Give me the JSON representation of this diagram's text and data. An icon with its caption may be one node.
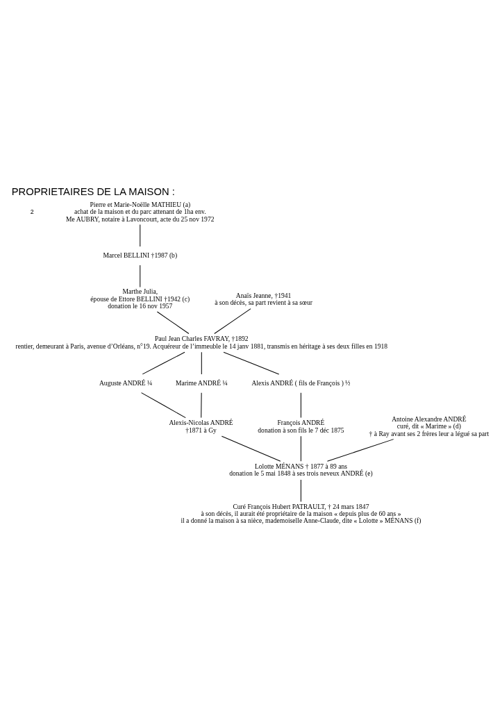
{
  "diagram": {
    "title": "PROPRIETAIRES DE LA MAISON :",
    "nodes": [
      {
        "text": [
          "Pierre et Marie-Noëlle MATHIEU (a)",
          "achat de la maison et du parc attenant de 1ha env.",
          "Me AUBRY, notaire à Lavoncourt, acte du 25 nov 1972"
        ]
      },
      {
        "text": [
          "Marcel BELLINI †1987 (b)"
        ]
      },
      {
        "text": [
          "Marthe Julia,",
          "épouse de Ettore BELLINI †1942 (c)",
          "donation le 16 nov 1957"
        ]
      },
      {
        "text": [
          "Anaïs Jeanne, †1941",
          "à son décès, sa part revient à sa sœur"
        ]
      },
      {
        "text": [
          "Paul Jean Charles FAVRAY, †1892",
          "rentier, demeurant à Paris, avenue d’Orléans, n°19. Acquéreur de l’immeuble le 14 janv 1881, transmis en héritage à ses deux filles en 1918"
        ]
      },
      {
        "text": [
          "Auguste ANDRÉ ¼"
        ]
      },
      {
        "text": [
          "Marime ANDRÉ ¼"
        ]
      },
      {
        "text": [
          "Alexis ANDRÉ ( fils de François ) ½"
        ]
      },
      {
        "text": [
          "Alexis-Nicolas ANDRÉ",
          "†1871 à Gy"
        ]
      },
      {
        "text": [
          "François ANDRÉ",
          "donation à son fils le 7 déc 1875"
        ]
      },
      {
        "text": [
          "Antoine Alexandre ANDRÉ",
          "curé, dit « Marime » (d)",
          "† à Ray avant ses 2 frères leur a légué sa part"
        ]
      },
      {
        "text": [
          "Lolotte MÉNANS † 1877 à 89 ans",
          "donation le 5 mai 1848 à ses trois neveux ANDRÉ (e)"
        ]
      },
      {
        "text": [
          "Curé François Hubert PATRAULT, † 24 mars 1847",
          "à son décès, il aurait été propriétaire de la maison « depuis plus de 60 ans »",
          "il a donné la maison à sa nièce, mademoiselle Anne-Claude, dite « Lolotte » MÉNANS (f)"
        ]
      }
    ],
    "edges": [
      {
        "from": 0,
        "to": 1,
        "arrow": "none"
      },
      {
        "from": 1,
        "to": 2,
        "arrow": "none"
      },
      {
        "from": 2,
        "to": 4,
        "arrow": "none"
      },
      {
        "from": 3,
        "to": 4,
        "arrow": "none"
      },
      {
        "from": 4,
        "to": 5,
        "arrow": "none"
      },
      {
        "from": 4,
        "to": 6,
        "arrow": "none"
      },
      {
        "from": 4,
        "to": 7,
        "arrow": "none"
      },
      {
        "from": 5,
        "to": 8,
        "arrow": "none"
      },
      {
        "from": 6,
        "to": 8,
        "arrow": "none"
      },
      {
        "from": 7,
        "to": 9,
        "arrow": "none"
      },
      {
        "from": 8,
        "to": 11,
        "arrow": "none"
      },
      {
        "from": 9,
        "to": 11,
        "arrow": "none"
      },
      {
        "from": 10,
        "to": 11,
        "arrow": "none"
      },
      {
        "from": 11,
        "to": 12,
        "arrow": "none"
      }
    ],
    "labels": [
      "2"
    ]
  }
}
